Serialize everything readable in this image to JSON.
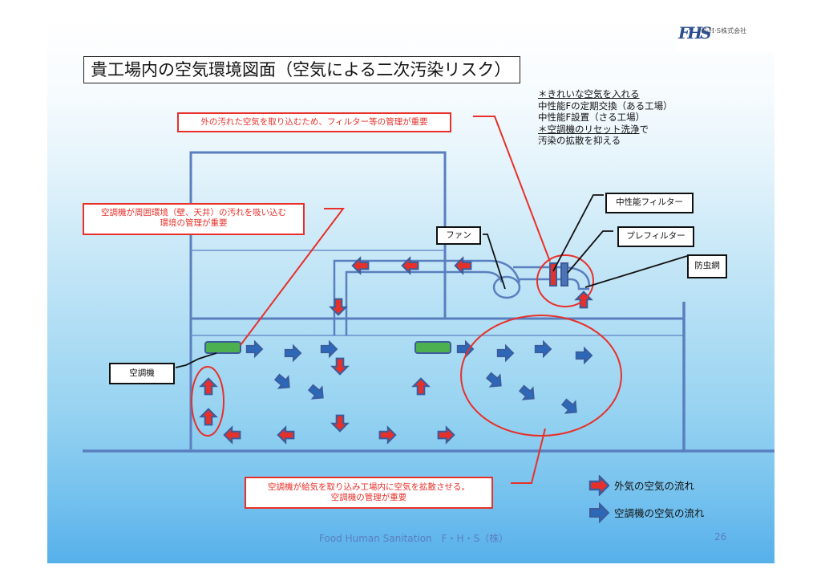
{
  "logo": {
    "mark": "FHS",
    "company": "F·H·S株式会社"
  },
  "title": "貴工場内の空気環境図面（空気による二次汚染リスク）",
  "notes": [
    {
      "text": "＊きれいな空気を入れる",
      "underline": true
    },
    {
      "text": "中性能Fの定期交換（ある工場）",
      "underline": false
    },
    {
      "text": "中性能F設置（さる工場）",
      "underline": false
    },
    {
      "text": "＊空調機のリセット洗浄",
      "suffix": "で",
      "underline": true
    },
    {
      "text": "汚染の拡散を抑える",
      "underline": false
    }
  ],
  "callouts": {
    "outside_air": "外の汚れた空気を取り込むため、フィルター等の管理が重要",
    "surroundings_line1": "空調機が周囲環境（壁、天井）の汚れを吸い込む",
    "surroundings_line2": "環境の管理が重要",
    "diffusion_line1": "空調機が給気を取り込み工場内に空気を拡散させる。",
    "diffusion_line2": "空調機の管理が重要"
  },
  "labels": {
    "fan": "ファン",
    "medium_filter": "中性能フィルター",
    "pre_filter": "プレフィルター",
    "insect_screen": "防虫網",
    "air_conditioner": "空調機"
  },
  "legend": [
    {
      "label": "外気の空気の流れ",
      "color": "#e8302a",
      "meaning": "outside-air-flow"
    },
    {
      "label": "空調機の空気の流れ",
      "color": "#2d67b8",
      "meaning": "ac-air-flow"
    }
  ],
  "colors": {
    "structure": "#5a7fbf",
    "outside_arrow": "#e8302a",
    "ac_arrow": "#2d67b8",
    "arrow_outline": "#3d5c9a",
    "ac_unit": "#4caf50",
    "callout_red": "#e8302a"
  },
  "footer": {
    "text": "Food Human Sanitation　F・H・S（株）",
    "page": "26"
  }
}
